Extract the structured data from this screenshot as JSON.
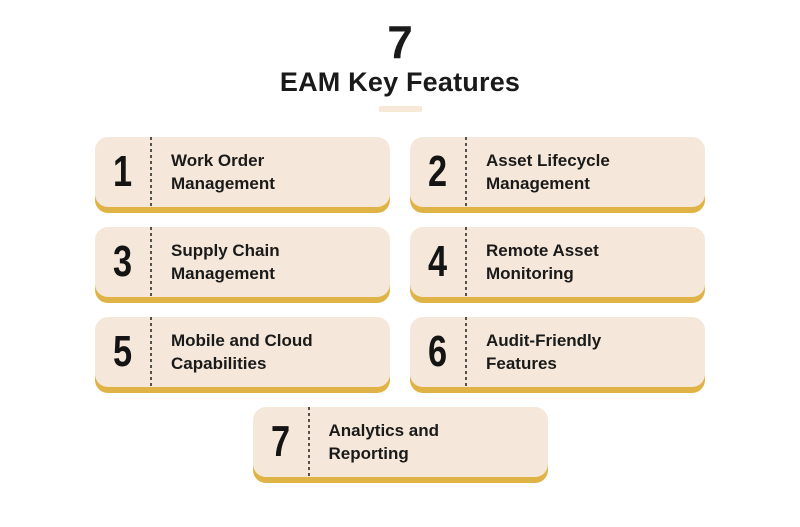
{
  "header": {
    "count": "7",
    "title": "EAM Key Features"
  },
  "colors": {
    "page_bg": "#ffffff",
    "card_bg": "#f5e8da",
    "card_shadow": "#e0b346",
    "text": "#1a1a1a",
    "divider": "#55524b",
    "underline": "#f7e9d8"
  },
  "cards": [
    {
      "number": "1",
      "lines": [
        "Work Order",
        "Management"
      ]
    },
    {
      "number": "2",
      "lines": [
        "Asset Lifecycle",
        "Management"
      ]
    },
    {
      "number": "3",
      "lines": [
        "Supply Chain",
        "Management"
      ]
    },
    {
      "number": "4",
      "lines": [
        "Remote Asset",
        "Monitoring"
      ]
    },
    {
      "number": "5",
      "lines": [
        "Mobile and Cloud",
        "Capabilities"
      ]
    },
    {
      "number": "6",
      "lines": [
        "Audit-Friendly",
        "Features"
      ]
    },
    {
      "number": "7",
      "lines": [
        "Analytics and",
        "Reporting"
      ]
    }
  ]
}
